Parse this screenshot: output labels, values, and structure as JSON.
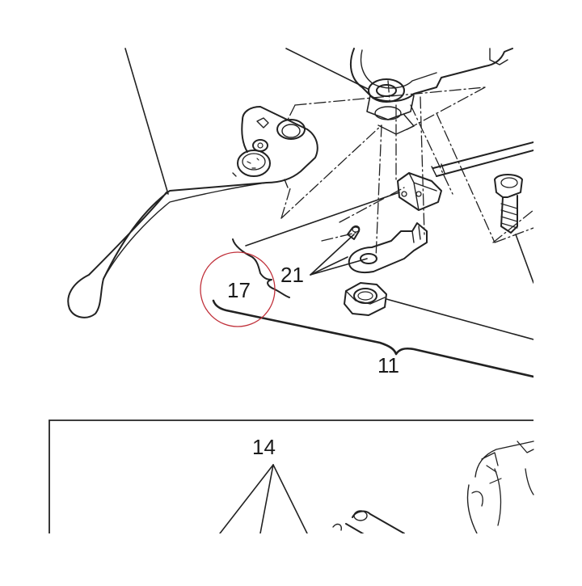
{
  "callouts": {
    "c17": "17",
    "c21": "21",
    "c11": "11",
    "c14": "14"
  },
  "highlight": {
    "color": "#c0303a",
    "target": "17"
  }
}
